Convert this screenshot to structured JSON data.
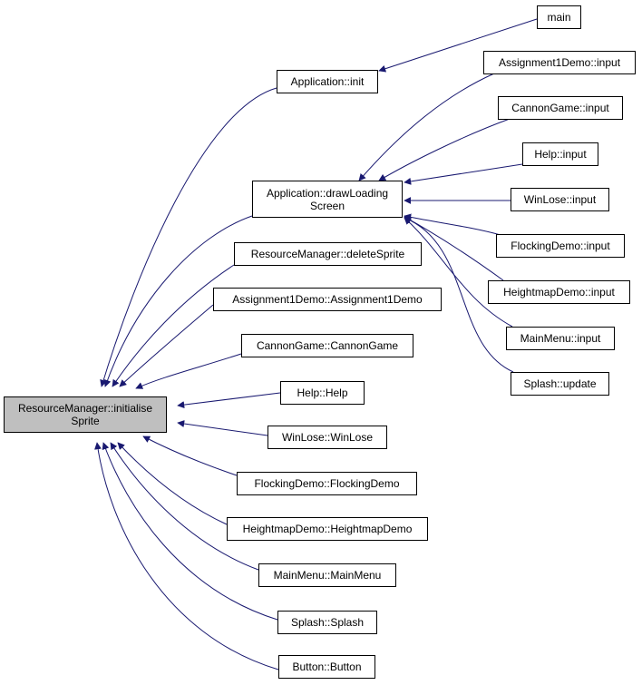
{
  "colors": {
    "edge": "#191970",
    "root_fill": "#bfbfbf",
    "node_fill": "#ffffff",
    "border": "#000000"
  },
  "nodes": {
    "root": {
      "line1": "ResourceManager::initialise",
      "line2": "Sprite"
    },
    "main": "main",
    "app_init": "Application::init",
    "app_draw": {
      "line1": "Application::drawLoading",
      "line2": "Screen"
    },
    "rm_delete": "ResourceManager::deleteSprite",
    "a1_ctor": "Assignment1Demo::Assignment1Demo",
    "cg_ctor": "CannonGame::CannonGame",
    "help_ctor": "Help::Help",
    "wl_ctor": "WinLose::WinLose",
    "fd_ctor": "FlockingDemo::FlockingDemo",
    "hm_ctor": "HeightmapDemo::HeightmapDemo",
    "mm_ctor": "MainMenu::MainMenu",
    "splash_ctor": "Splash::Splash",
    "button_ctor": "Button::Button",
    "a1_input": "Assignment1Demo::input",
    "cg_input": "CannonGame::input",
    "help_input": "Help::input",
    "wl_input": "WinLose::input",
    "fd_input": "FlockingDemo::input",
    "hm_input": "HeightmapDemo::input",
    "mm_input": "MainMenu::input",
    "splash_update": "Splash::update"
  }
}
